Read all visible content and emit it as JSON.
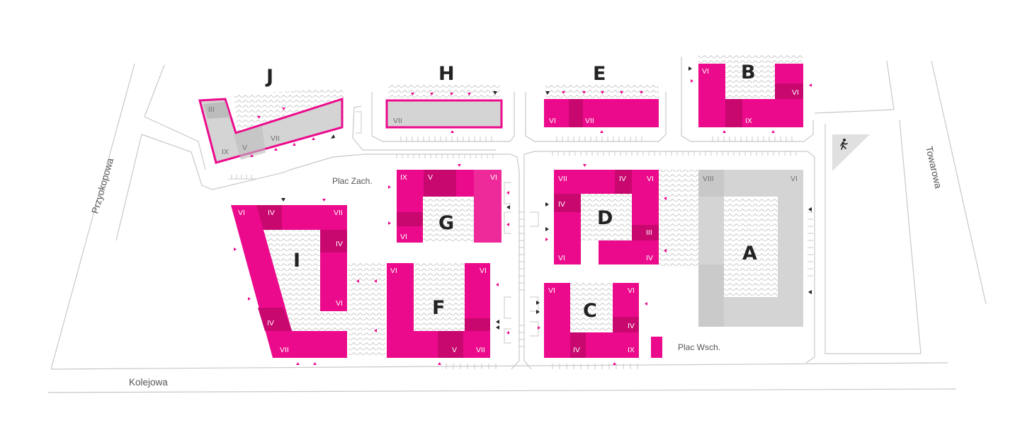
{
  "buildings": {
    "A": "A",
    "B": "B",
    "C": "C",
    "D": "D",
    "E": "E",
    "F": "F",
    "G": "G",
    "H": "H",
    "I": "I",
    "J": "J"
  },
  "streets": {
    "przykopowa": "Przyokopowa",
    "towarowa": "Towarowa",
    "kolejowa": "Kolejowa"
  },
  "squares": {
    "west": "Plac Zach.",
    "east": "Plac Wsch."
  },
  "floors": {
    "J": [
      "III",
      "IX",
      "V",
      "VII"
    ],
    "H": [
      "VII"
    ],
    "E": [
      "VI",
      "VII"
    ],
    "B": [
      "VI",
      "VI",
      "IX"
    ],
    "G": [
      "IX",
      "V",
      "VI",
      "VI"
    ],
    "D": [
      "VII",
      "IV",
      "VI",
      "IV",
      "III",
      "VI",
      "IV"
    ],
    "A": [
      "VIII",
      "VI"
    ],
    "I": [
      "VI",
      "IV",
      "VII",
      "IV",
      "VI",
      "IV",
      "VII"
    ],
    "F": [
      "VI",
      "VI",
      "V",
      "VII"
    ],
    "C": [
      "VI",
      "VI",
      "IV",
      "IV",
      "IX"
    ]
  },
  "icons": {
    "entrance": "pedestrian-icon"
  },
  "colors": {
    "magenta": "#ec0a8c",
    "grey": "#d4d4d4"
  }
}
